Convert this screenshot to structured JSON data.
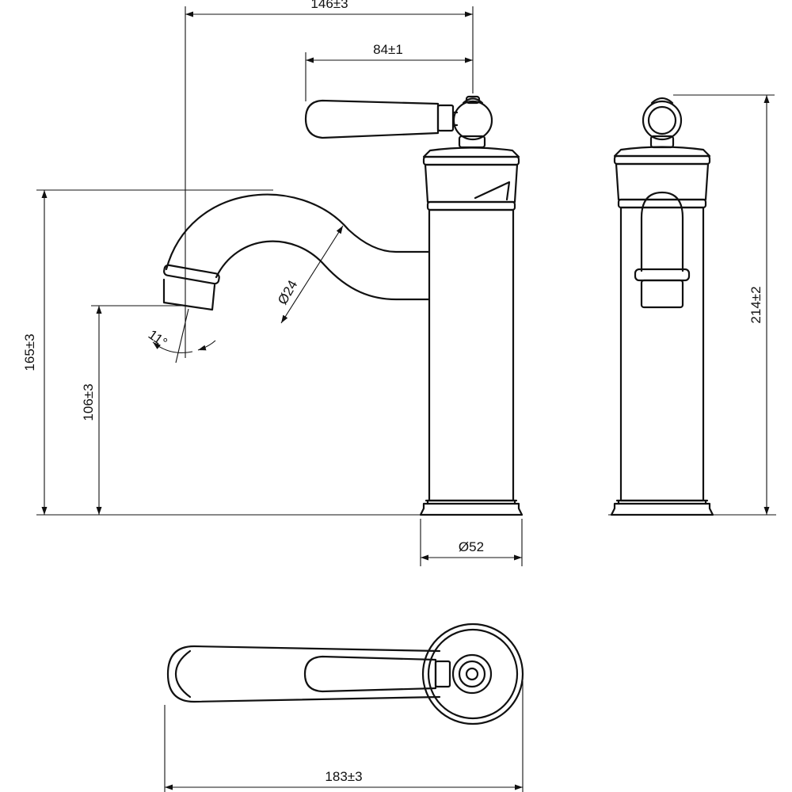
{
  "dimensions": {
    "total_reach": "146±3",
    "handle_reach": "84±1",
    "spout_height": "165±3",
    "outlet_height": "106±3",
    "spout_diameter": "Ø24",
    "outlet_angle": "11°",
    "base_diameter": "Ø52",
    "total_height": "214±2",
    "total_length": "183±3"
  }
}
